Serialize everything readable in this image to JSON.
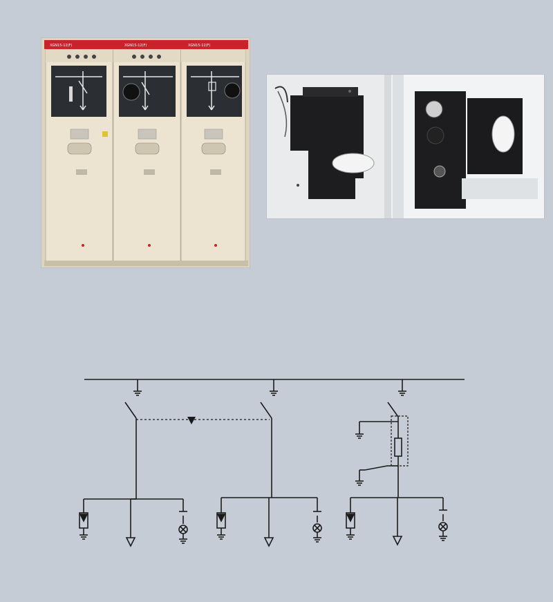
{
  "page": {
    "background": "#c6ccd5"
  },
  "cabinet_photo": {
    "unit_labels": [
      "XGN15-12(F) ",
      "XGN15-12(F)",
      "XGN15-12(F)"
    ],
    "panel_color": "#ece3d0",
    "header_color": "#c8232a",
    "mimic_color": "#2b2f33"
  },
  "mechanism_photo": {
    "frame_color": "#eef0f1",
    "plate_color": "#1d1d1f"
  },
  "schematic": {
    "line_color": "#1a1a1a",
    "units": [
      {
        "type": "load-break-switch"
      },
      {
        "type": "load-break-switch"
      },
      {
        "type": "switch-fuse-combination"
      }
    ]
  }
}
